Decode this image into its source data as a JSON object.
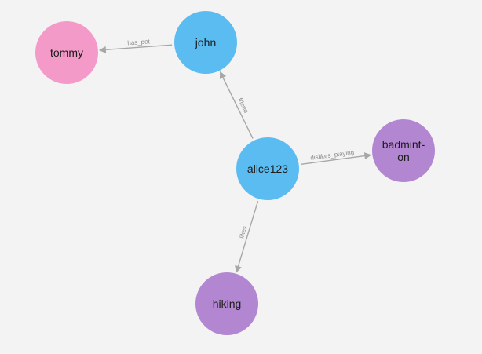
{
  "graph": {
    "nodes": [
      {
        "id": "tommy",
        "label_lines": [
          "tommy"
        ],
        "color": "#f49ac8"
      },
      {
        "id": "john",
        "label_lines": [
          "john"
        ],
        "color": "#5bbcf2"
      },
      {
        "id": "alice123",
        "label_lines": [
          "alice123"
        ],
        "color": "#5bbcf2"
      },
      {
        "id": "badminton",
        "label_lines": [
          "badmint-",
          "on"
        ],
        "color": "#b286d1"
      },
      {
        "id": "hiking",
        "label_lines": [
          "hiking"
        ],
        "color": "#b286d1"
      }
    ],
    "edges": [
      {
        "source": "john",
        "target": "tommy",
        "label": "has_pet"
      },
      {
        "source": "alice123",
        "target": "john",
        "label": "friend"
      },
      {
        "source": "alice123",
        "target": "badminton",
        "label": "dislikes_playing"
      },
      {
        "source": "alice123",
        "target": "hiking",
        "label": "likes"
      }
    ],
    "edge_color": "#a7a7a7",
    "background": "#f3f3f4"
  }
}
